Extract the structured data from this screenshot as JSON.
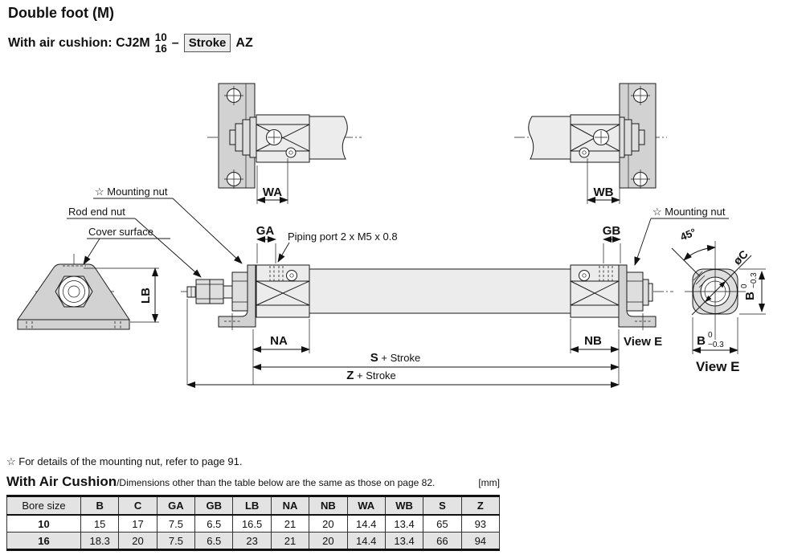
{
  "header": {
    "title": "Double foot (M)",
    "subtitle_prefix": "With air cushion: CJ2M",
    "frac_top": "10",
    "frac_bottom": "16",
    "dash": "–",
    "stroke_box": "Stroke",
    "suffix": "AZ"
  },
  "labels": {
    "mounting_nut": "☆ Mounting nut",
    "rod_end_nut": "Rod end nut",
    "cover_surface": "Cover surface",
    "piping_port": "Piping port 2 x M5 x 0.8",
    "wa": "WA",
    "wb": "WB",
    "ga": "GA",
    "gb": "GB",
    "na": "NA",
    "nb": "NB",
    "lb": "LB",
    "s": "S",
    "z": "Z",
    "stroke_suffix": " + Stroke",
    "b": "B",
    "tol_upper": "0",
    "tol_lower": "−0.3",
    "dia_c": "øC",
    "angle45": "45°",
    "view_e": "View E"
  },
  "footnote": "☆ For details of the mounting nut, refer to page 91.",
  "section": {
    "heading": "With Air Cushion",
    "note": "/Dimensions other than the table below are the same as those on page 82.",
    "unit": "[mm]"
  },
  "table": {
    "columns": [
      "Bore size",
      "B",
      "C",
      "GA",
      "GB",
      "LB",
      "NA",
      "NB",
      "WA",
      "WB",
      "S",
      "Z"
    ],
    "rows": [
      {
        "bore": "10",
        "values": [
          "15",
          "17",
          "7.5",
          "6.5",
          "16.5",
          "21",
          "20",
          "14.4",
          "13.4",
          "65",
          "93"
        ]
      },
      {
        "bore": "16",
        "values": [
          "18.3",
          "20",
          "7.5",
          "6.5",
          "23",
          "21",
          "20",
          "14.4",
          "13.4",
          "66",
          "94"
        ]
      }
    ]
  },
  "colors": {
    "line": "#1a1a1a",
    "plate_gray": "#d2d2d2",
    "block_gray": "#ececec",
    "table_stripe": "#e3e3e3",
    "stroke_box_bg": "#ececec"
  }
}
